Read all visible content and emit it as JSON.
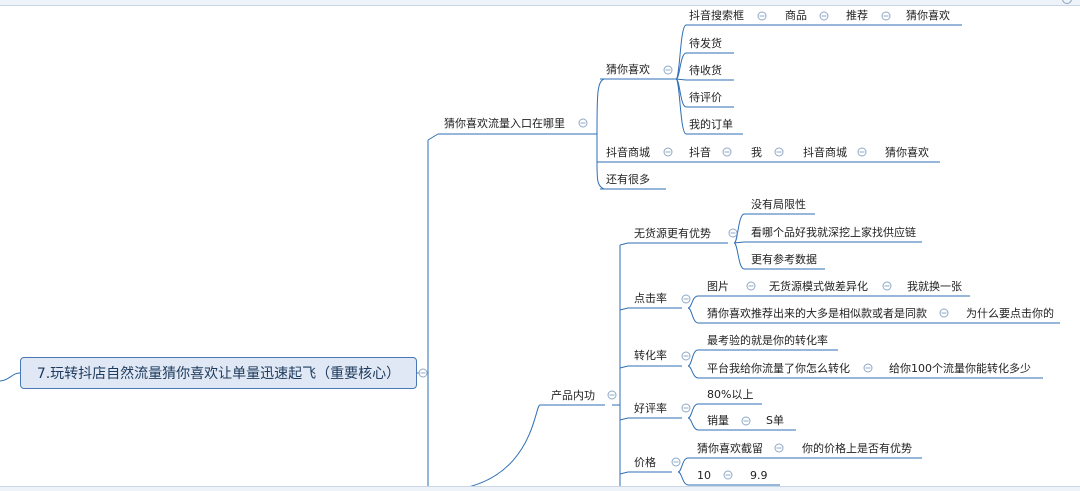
{
  "root": {
    "label": "7.玩转抖店自然流量猜你喜欢让单量迅速起飞（重要核心）"
  },
  "traffic": {
    "label": "猜你喜欢流量入口在哪里",
    "guess": {
      "label": "猜你喜欢",
      "search_path": [
        "抖音搜索框",
        "商品",
        "推荐",
        "猜你喜欢"
      ],
      "order_items": [
        "待发货",
        "待收货",
        "待评价",
        "我的订单"
      ]
    },
    "mall_path": [
      "抖音商城",
      "抖音",
      "我",
      "抖音商城",
      "猜你喜欢"
    ],
    "more": "还有很多"
  },
  "product": {
    "label": "产品内功",
    "no_stock": {
      "label": "无货源更有优势",
      "items": [
        "没有局限性",
        "看哪个品好我就深挖上家找供应链",
        "更有参考数据"
      ]
    },
    "ctr": {
      "label": "点击率",
      "row1": [
        "图片",
        "无货源模式做差异化",
        "我就换一张"
      ],
      "row2": [
        "猜你喜欢推荐出来的大多是相似款或者是同款",
        "为什么要点击你的"
      ]
    },
    "cvr": {
      "label": "转化率",
      "row1": "最考验的就是你的转化率",
      "row2": [
        "平台我给你流量了你怎么转化",
        "给你100个流量你能转化多少"
      ]
    },
    "rating": {
      "label": "好评率",
      "row1": "80%以上",
      "row2": [
        "销量",
        "S单"
      ]
    },
    "price": {
      "label": "价格",
      "row1": [
        "猜你喜欢截留",
        "你的价格上是否有优势"
      ],
      "row2": [
        "10",
        "9.9"
      ]
    }
  }
}
